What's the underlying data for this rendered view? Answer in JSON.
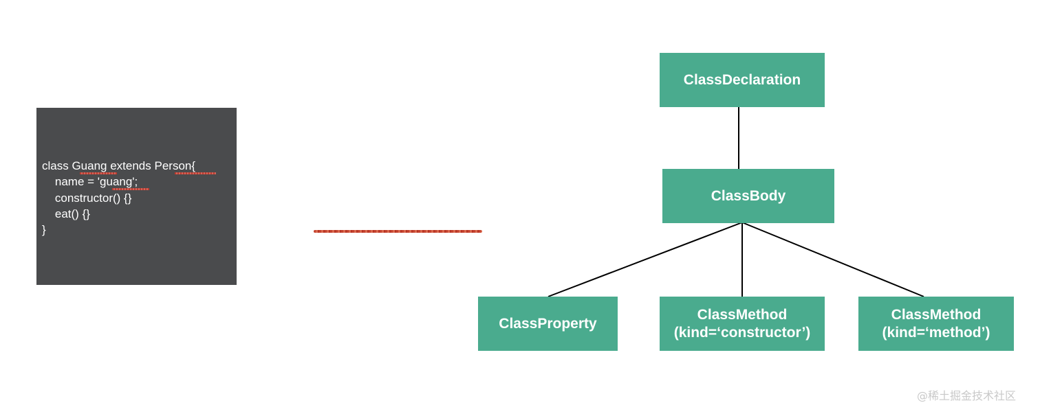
{
  "code": {
    "lines": [
      "class Guang extends Person{",
      "    name = 'guang';",
      "    constructor() {}",
      "    eat() {}",
      "}"
    ]
  },
  "nodes": {
    "class_declaration": {
      "label": "ClassDeclaration"
    },
    "class_body": {
      "label": "ClassBody"
    },
    "class_property": {
      "label": "ClassProperty"
    },
    "class_method_constructor": {
      "line1": "ClassMethod",
      "line2": "(kind=‘constructor’)"
    },
    "class_method_method": {
      "line1": "ClassMethod",
      "line2": "(kind=‘method’)"
    }
  },
  "colors": {
    "node_fill": "#4aab8e",
    "code_panel": "#4a4b4d",
    "arrow": "#c4432f",
    "connector": "#000000"
  },
  "watermark": {
    "text": "@稀土掘金技术社区"
  }
}
